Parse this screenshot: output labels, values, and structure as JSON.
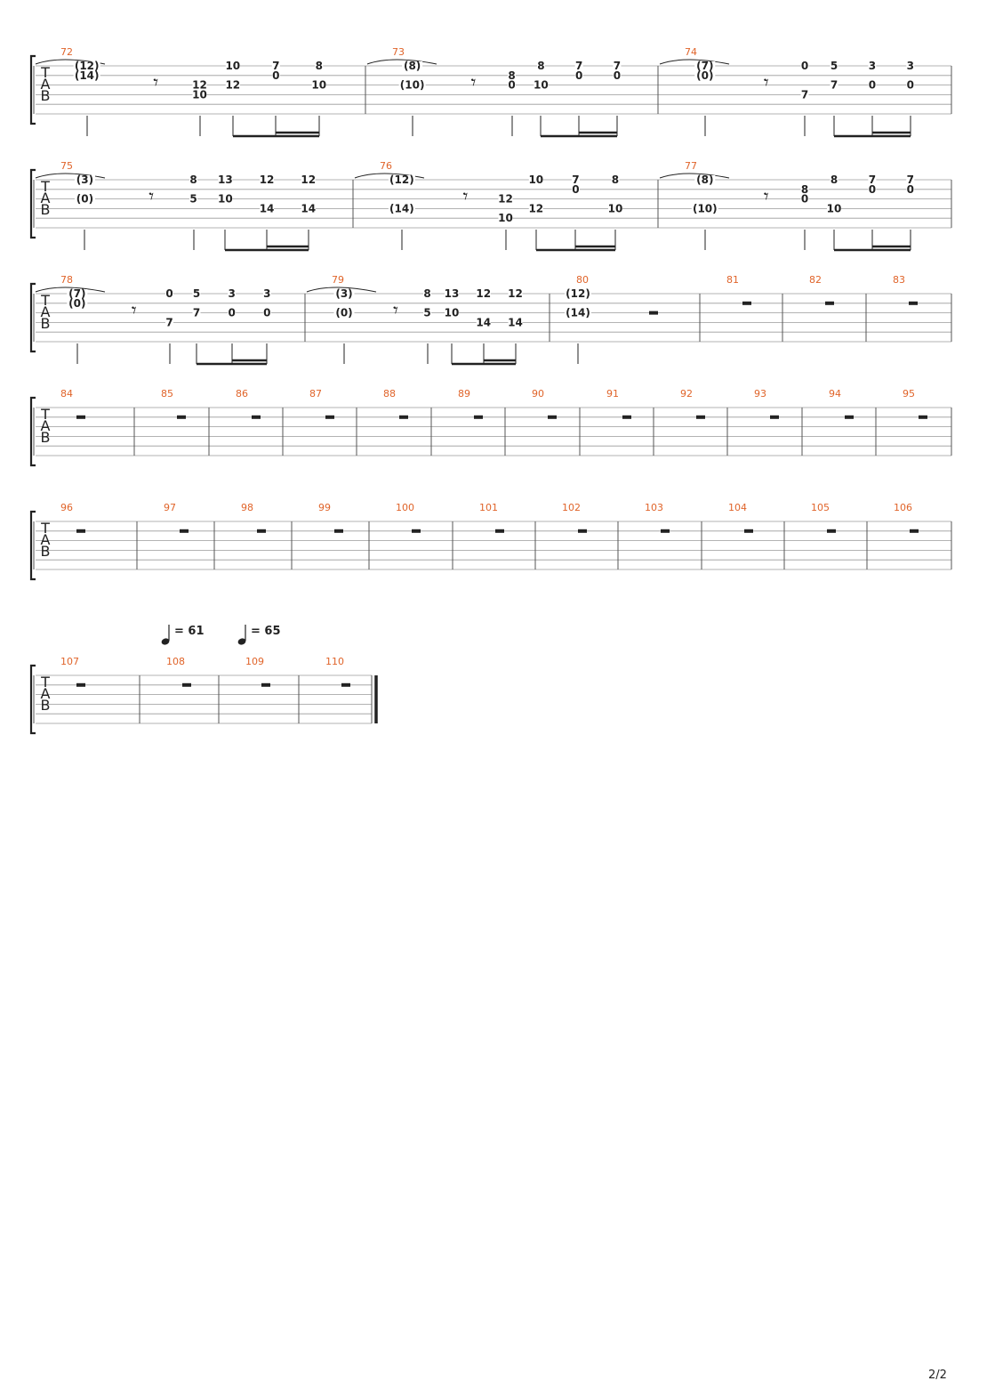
{
  "page": {
    "number": "2/2"
  },
  "colors": {
    "measure_number": "#e0642a",
    "ink": "#222222",
    "staff_line": "#9a9a9a"
  },
  "clef_letters": [
    "T",
    "A",
    "B"
  ],
  "tempo_marks": [
    {
      "bpm_text": "= 61"
    },
    {
      "bpm_text": "= 65"
    }
  ],
  "systems": [
    {
      "measures": [
        {
          "number": "72",
          "frets": [
            {
              "s": 2,
              "t": "(12)"
            },
            {
              "s": 3,
              "t": "(14)"
            },
            {
              "s": 4,
              "t": "12"
            },
            {
              "s": 5,
              "t": "10"
            },
            {
              "s": 2,
              "t": "10"
            },
            {
              "s": 4,
              "t": "12"
            },
            {
              "s": 2,
              "t": "7"
            },
            {
              "s": 3,
              "t": "0"
            },
            {
              "s": 2,
              "t": "8"
            },
            {
              "s": 4,
              "t": "10"
            }
          ]
        },
        {
          "number": "73",
          "frets": [
            {
              "s": 2,
              "t": "(8)"
            },
            {
              "s": 4,
              "t": "(10)"
            },
            {
              "s": 3,
              "t": "8"
            },
            {
              "s": 4,
              "t": "0"
            },
            {
              "s": 2,
              "t": "8"
            },
            {
              "s": 4,
              "t": "10"
            },
            {
              "s": 2,
              "t": "7"
            },
            {
              "s": 3,
              "t": "0"
            },
            {
              "s": 2,
              "t": "7"
            },
            {
              "s": 3,
              "t": "0"
            }
          ]
        },
        {
          "number": "74",
          "frets": [
            {
              "s": 2,
              "t": "(7)"
            },
            {
              "s": 3,
              "t": "(0)"
            },
            {
              "s": 5,
              "t": "7"
            },
            {
              "s": 2,
              "t": "0"
            },
            {
              "s": 4,
              "t": "7"
            },
            {
              "s": 2,
              "t": "5"
            },
            {
              "s": 2,
              "t": "3"
            },
            {
              "s": 4,
              "t": "0"
            },
            {
              "s": 2,
              "t": "3"
            },
            {
              "s": 4,
              "t": "0"
            }
          ]
        }
      ]
    },
    {
      "measures": [
        {
          "number": "75",
          "frets": [
            {
              "s": 2,
              "t": "(3)"
            },
            {
              "s": 4,
              "t": "(0)"
            },
            {
              "s": 2,
              "t": "8"
            },
            {
              "s": 4,
              "t": "5"
            },
            {
              "s": 2,
              "t": "13"
            },
            {
              "s": 4,
              "t": "10"
            },
            {
              "s": 2,
              "t": "12"
            },
            {
              "s": 5,
              "t": "14"
            },
            {
              "s": 2,
              "t": "12"
            },
            {
              "s": 5,
              "t": "14"
            }
          ]
        },
        {
          "number": "76",
          "frets": [
            {
              "s": 2,
              "t": "(12)"
            },
            {
              "s": 5,
              "t": "(14)"
            },
            {
              "s": 4,
              "t": "12"
            },
            {
              "s": 6,
              "t": "10"
            },
            {
              "s": 2,
              "t": "10"
            },
            {
              "s": 5,
              "t": "12"
            },
            {
              "s": 2,
              "t": "7"
            },
            {
              "s": 3,
              "t": "0"
            },
            {
              "s": 2,
              "t": "8"
            },
            {
              "s": 5,
              "t": "10"
            }
          ]
        },
        {
          "number": "77",
          "frets": [
            {
              "s": 2,
              "t": "(8)"
            },
            {
              "s": 5,
              "t": "(10)"
            },
            {
              "s": 3,
              "t": "8"
            },
            {
              "s": 4,
              "t": "0"
            },
            {
              "s": 2,
              "t": "8"
            },
            {
              "s": 5,
              "t": "10"
            },
            {
              "s": 2,
              "t": "7"
            },
            {
              "s": 3,
              "t": "0"
            },
            {
              "s": 2,
              "t": "7"
            },
            {
              "s": 3,
              "t": "0"
            }
          ]
        }
      ]
    },
    {
      "measures": [
        {
          "number": "78",
          "frets": [
            {
              "s": 2,
              "t": "(7)"
            },
            {
              "s": 3,
              "t": "(0)"
            },
            {
              "s": 5,
              "t": "7"
            },
            {
              "s": 2,
              "t": "0"
            },
            {
              "s": 4,
              "t": "7"
            },
            {
              "s": 2,
              "t": "5"
            },
            {
              "s": 2,
              "t": "3"
            },
            {
              "s": 4,
              "t": "0"
            },
            {
              "s": 2,
              "t": "3"
            },
            {
              "s": 4,
              "t": "0"
            }
          ]
        },
        {
          "number": "79",
          "frets": [
            {
              "s": 2,
              "t": "(3)"
            },
            {
              "s": 4,
              "t": "(0)"
            },
            {
              "s": 2,
              "t": "8"
            },
            {
              "s": 4,
              "t": "5"
            },
            {
              "s": 2,
              "t": "13"
            },
            {
              "s": 4,
              "t": "10"
            },
            {
              "s": 2,
              "t": "12"
            },
            {
              "s": 5,
              "t": "14"
            },
            {
              "s": 2,
              "t": "12"
            },
            {
              "s": 5,
              "t": "14"
            }
          ]
        },
        {
          "number": "80",
          "frets": [
            {
              "s": 2,
              "t": "(12)"
            },
            {
              "s": 4,
              "t": "(14)"
            }
          ]
        },
        {
          "number": "81",
          "frets": []
        },
        {
          "number": "82",
          "frets": []
        },
        {
          "number": "83",
          "frets": []
        }
      ]
    },
    {
      "measures": [
        {
          "number": "84",
          "frets": []
        },
        {
          "number": "85",
          "frets": []
        },
        {
          "number": "86",
          "frets": []
        },
        {
          "number": "87",
          "frets": []
        },
        {
          "number": "88",
          "frets": []
        },
        {
          "number": "89",
          "frets": []
        },
        {
          "number": "90",
          "frets": []
        },
        {
          "number": "91",
          "frets": []
        },
        {
          "number": "92",
          "frets": []
        },
        {
          "number": "93",
          "frets": []
        },
        {
          "number": "94",
          "frets": []
        },
        {
          "number": "95",
          "frets": []
        }
      ]
    },
    {
      "measures": [
        {
          "number": "96",
          "frets": []
        },
        {
          "number": "97",
          "frets": []
        },
        {
          "number": "98",
          "frets": []
        },
        {
          "number": "99",
          "frets": []
        },
        {
          "number": "100",
          "frets": []
        },
        {
          "number": "101",
          "frets": []
        },
        {
          "number": "102",
          "frets": []
        },
        {
          "number": "103",
          "frets": []
        },
        {
          "number": "104",
          "frets": []
        },
        {
          "number": "105",
          "frets": []
        },
        {
          "number": "106",
          "frets": []
        }
      ]
    },
    {
      "measures": [
        {
          "number": "107",
          "frets": []
        },
        {
          "number": "108",
          "frets": []
        },
        {
          "number": "109",
          "frets": []
        },
        {
          "number": "110",
          "frets": []
        }
      ]
    }
  ]
}
